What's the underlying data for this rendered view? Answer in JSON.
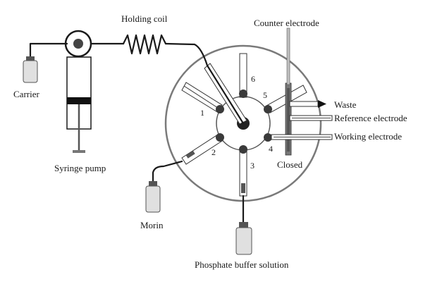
{
  "labels": {
    "holding_coil": "Holding coil",
    "counter_electrode": "Counter electrode",
    "carrier": "Carrier",
    "syringe_pump": "Syringe pump",
    "waste": "Waste",
    "reference_electrode": "Reference electrode",
    "working_electrode": "Working electrode",
    "closed": "Closed",
    "morin": "Morin",
    "phosphate_buffer": "Phosphate buffer solution"
  },
  "ports": [
    "1",
    "2",
    "3",
    "4",
    "5",
    "6"
  ],
  "colors": {
    "line": "#1a1a1a",
    "valve_ring": "#7a7a7a",
    "vial_fill": "#e0e0e0",
    "plunger": "#111111",
    "port": "#3a3a3a"
  }
}
